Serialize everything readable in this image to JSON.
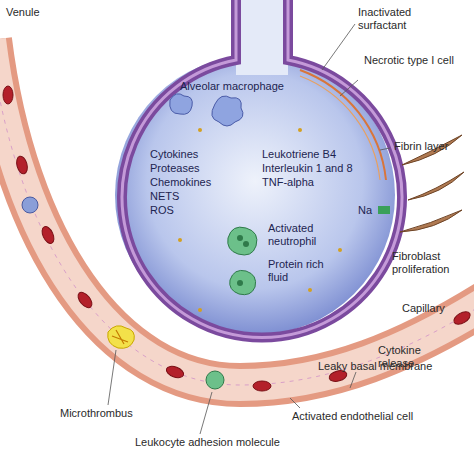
{
  "diagram": {
    "labels": [
      "Venule",
      "Inactivated surfactant",
      "Alveolar macrophage",
      "Necrotic type I cell",
      "Cytokines",
      "Proteases",
      "Chemokines",
      "NETS",
      "ROS",
      "Leukotriene B4",
      "Interleukin 1 and 8",
      "TNF-alpha",
      "Fibrin layer",
      "Na",
      "Activated neutrophil",
      "Protein rich fluid",
      "Fibroblast proliferation",
      "Capillary",
      "Cytokine release",
      "Leaky basal membrane",
      "Microthrombus",
      "Activated endothelial cell",
      "Leukocyte adhesion molecule"
    ]
  }
}
